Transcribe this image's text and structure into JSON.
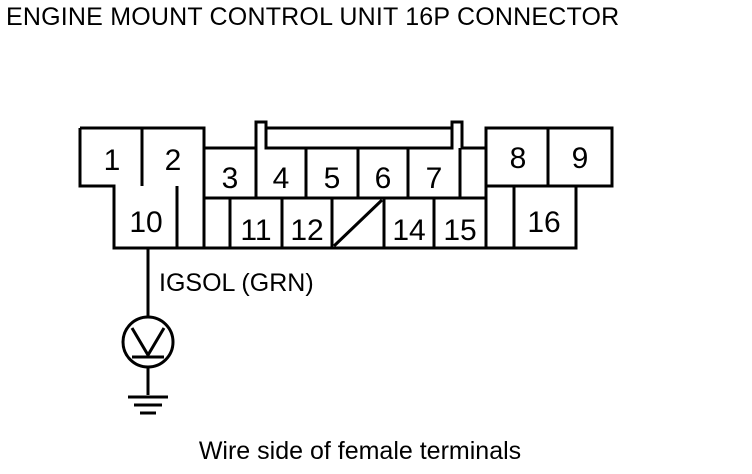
{
  "title": "ENGINE MOUNT CONTROL UNIT 16P CONNECTOR",
  "caption": "Wire side of female terminals",
  "wire_label": "IGSOL (GRN)",
  "pins": {
    "p1": "1",
    "p2": "2",
    "p3": "3",
    "p4": "4",
    "p5": "5",
    "p6": "6",
    "p7": "7",
    "p8": "8",
    "p9": "9",
    "p10": "10",
    "p11": "11",
    "p12": "12",
    "p14": "14",
    "p15": "15",
    "p16": "16"
  },
  "icons": {
    "voltmeter": "voltmeter-icon",
    "ground": "ground-icon"
  }
}
